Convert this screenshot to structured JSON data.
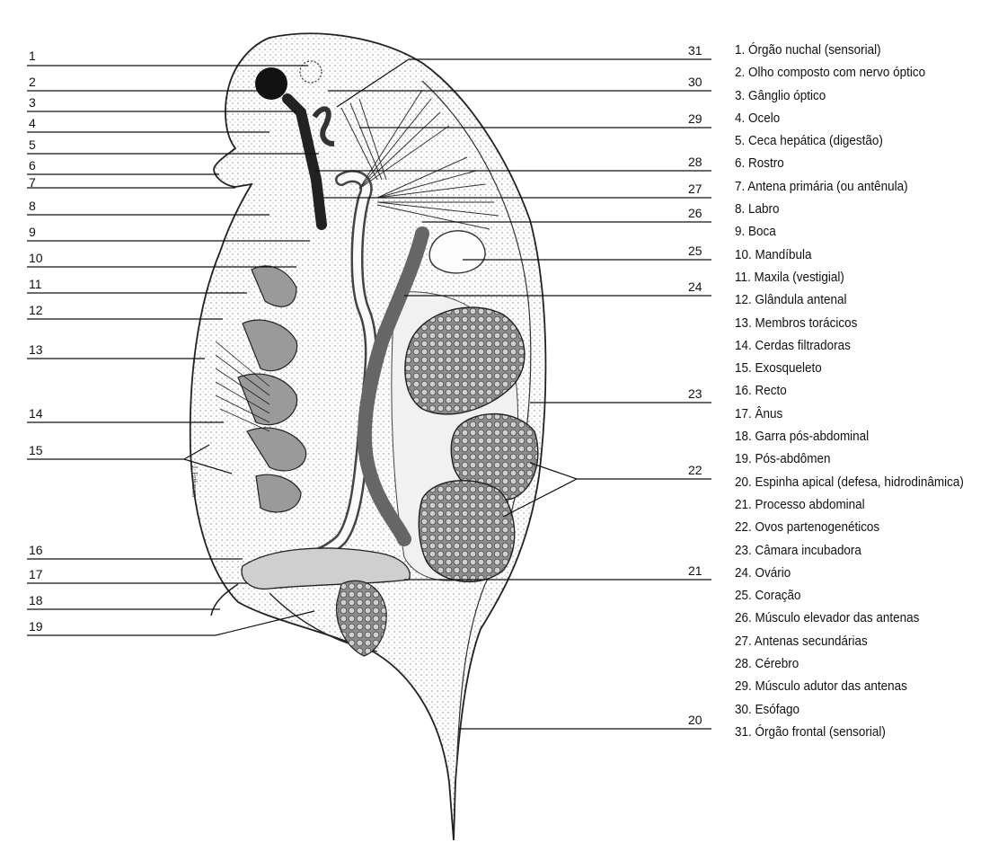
{
  "diagram": {
    "left_numbers": [
      "1",
      "2",
      "3",
      "4",
      "5",
      "6",
      "7",
      "8",
      "9",
      "10",
      "11",
      "12",
      "13",
      "14",
      "15",
      "16",
      "17",
      "18",
      "19"
    ],
    "right_numbers": [
      "31",
      "30",
      "29",
      "28",
      "27",
      "26",
      "25",
      "24",
      "23",
      "22",
      "21",
      "20"
    ],
    "signature": "J. Eriksson",
    "colors": {
      "ink": "#111111",
      "shell": "#bdbdbd",
      "background": "#ffffff"
    }
  },
  "legend": [
    "1. Órgão nuchal (sensorial)",
    "2. Olho composto com nervo óptico",
    "3. Gânglio óptico",
    "4. Ocelo",
    "5. Ceca hepática (digestão)",
    "6. Rostro",
    "7. Antena primária (ou antênula)",
    "8. Labro",
    "9. Boca",
    "10. Mandíbula",
    "11. Maxila (vestigial)",
    "12. Glândula antenal",
    "13. Membros torácicos",
    "14. Cerdas filtradoras",
    "15. Exosqueleto",
    "16. Recto",
    "17. Ânus",
    "18. Garra pós-abdominal",
    "19. Pós-abdômen",
    "20. Espinha apical (defesa, hidrodinâmica)",
    "21. Processo abdominal",
    "22. Ovos partenogenéticos",
    "23. Câmara incubadora",
    "24. Ovário",
    "25. Coração",
    "26. Músculo elevador das antenas",
    "27. Antenas secundárias",
    "28. Cérebro",
    "29. Músculo adutor das antenas",
    "30. Esófago",
    "31. Órgão frontal (sensorial)"
  ]
}
